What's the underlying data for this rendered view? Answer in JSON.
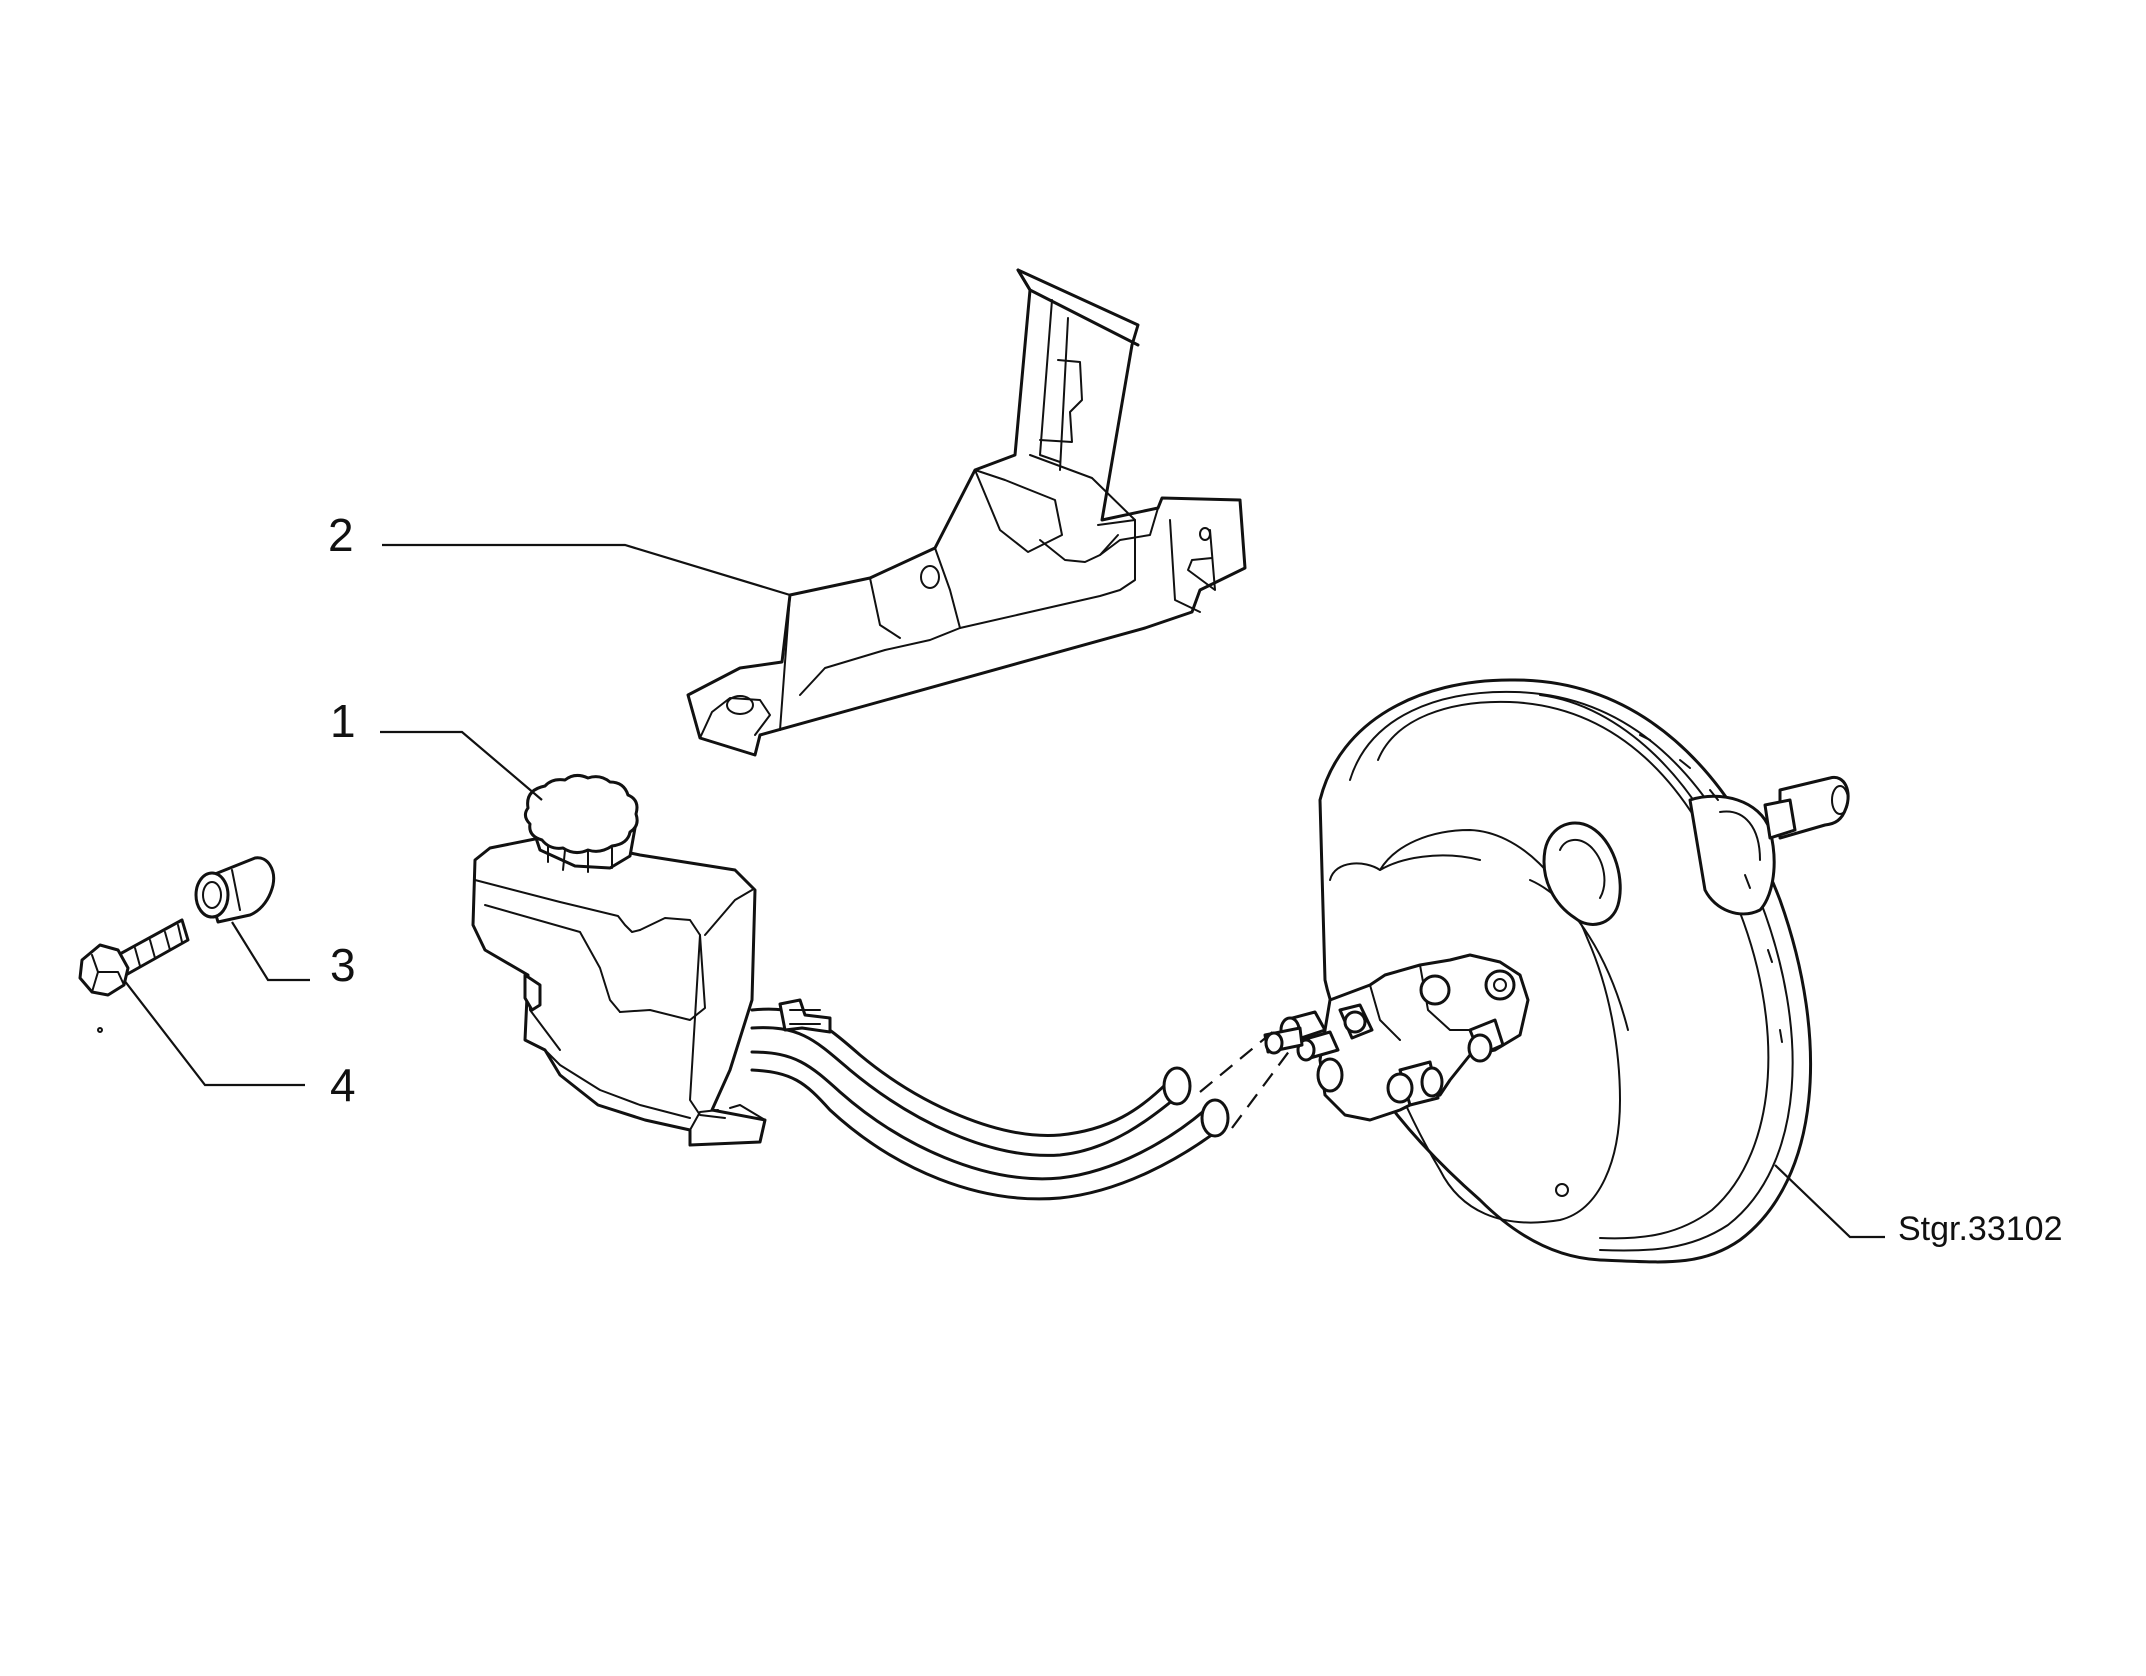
{
  "callouts": {
    "part_1": "1",
    "part_2": "2",
    "part_3": "3",
    "part_4": "4"
  },
  "reference_label": "Stgr.33102"
}
